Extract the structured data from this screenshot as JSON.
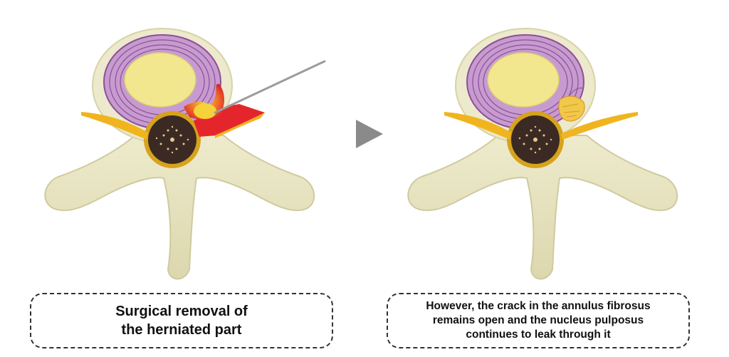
{
  "colors": {
    "bone": "#e8e4c2",
    "bone_shadow": "#cfca9f",
    "annulus": "#c79bd0",
    "annulus_line": "#8c4f96",
    "nucleus": "#f2e78f",
    "canal": "#3b2a24",
    "canal_rim": "#d7a21c",
    "nerve": "#f0b41e",
    "herniation": "#e4262c",
    "instrument": "#9c9c9c",
    "arrow": "#8a8a8a",
    "caption_border": "#333333"
  },
  "icons": {
    "transition": "play-arrow-icon"
  },
  "captions": {
    "left": {
      "line1": "Surgical removal of",
      "line2": "the herniated part"
    },
    "right": {
      "line1": "However, the crack in the annulus fibrosus",
      "line2": "remains open and the nucleus pulposus",
      "line3": "continues to leak through it"
    }
  }
}
